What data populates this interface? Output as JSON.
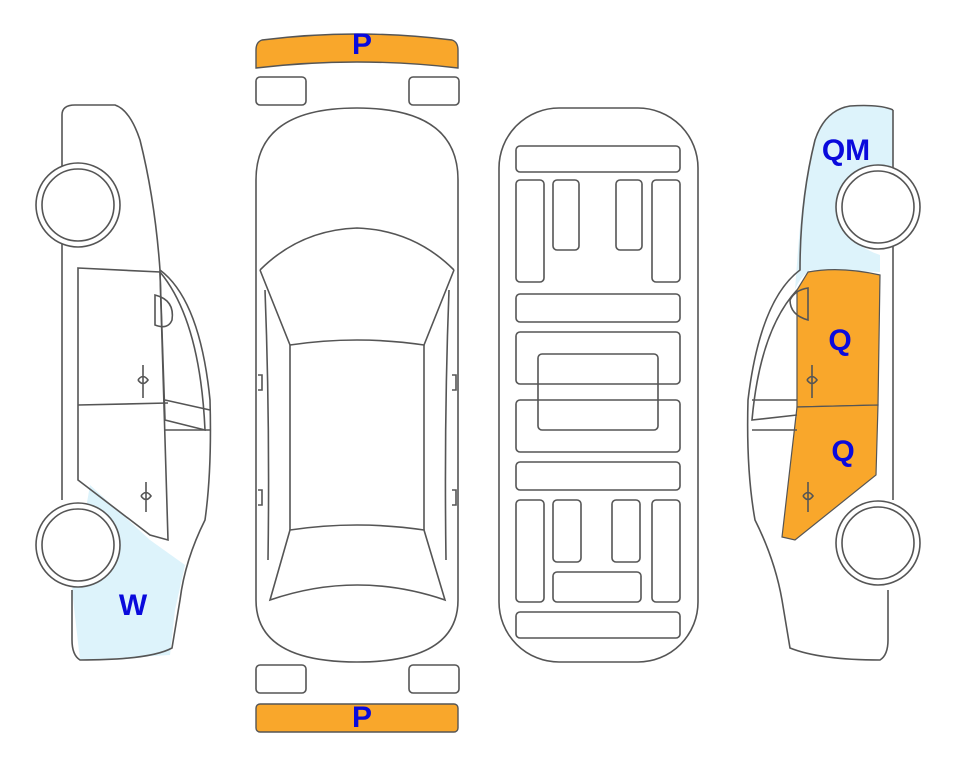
{
  "colors": {
    "damage_orange": "#F9A72B",
    "damage_lightblue": "#DDF3FB",
    "label_blue": "#0A0ADC",
    "outline": "#555555"
  },
  "views": {
    "left_side": {
      "labels": [
        "W"
      ]
    },
    "top": {
      "labels": [
        "P",
        "P"
      ]
    },
    "underbody": {
      "labels": []
    },
    "right_side": {
      "labels": [
        "QM",
        "Q",
        "Q"
      ]
    }
  }
}
